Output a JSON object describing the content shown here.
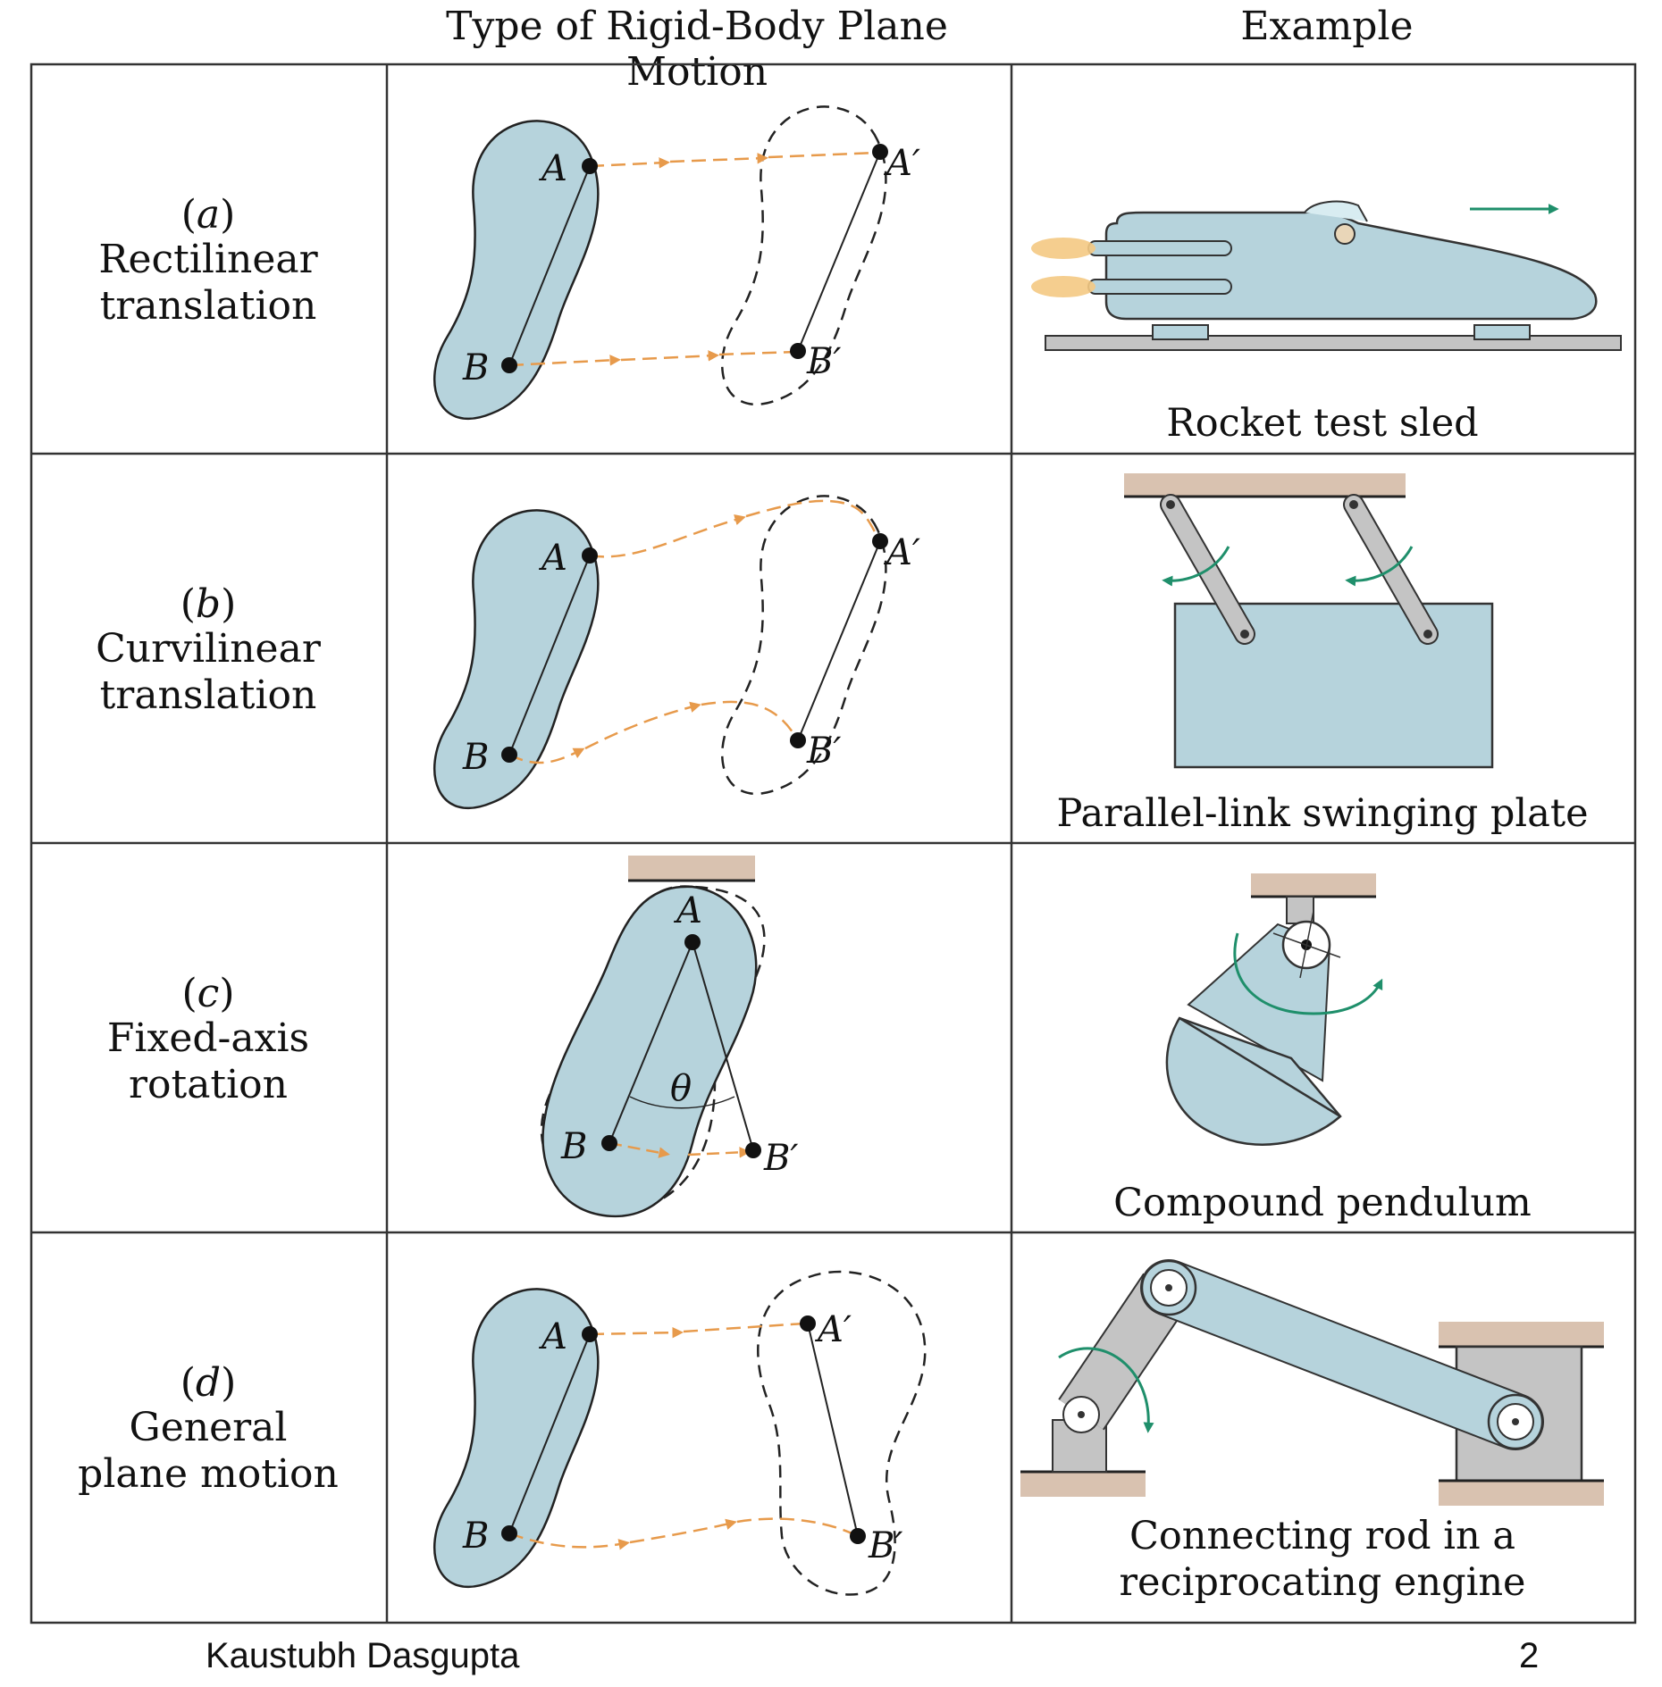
{
  "header": {
    "type_column": "Type of Rigid-Body Plane Motion",
    "example_column": "Example"
  },
  "rows": [
    {
      "id": "a",
      "letter": "a",
      "name_line1": "Rectilinear",
      "name_line2": "translation",
      "example_caption_line1": "Rocket test sled",
      "example_caption_line2": ""
    },
    {
      "id": "b",
      "letter": "b",
      "name_line1": "Curvilinear",
      "name_line2": "translation",
      "example_caption_line1": "Parallel-link swinging plate",
      "example_caption_line2": ""
    },
    {
      "id": "c",
      "letter": "c",
      "name_line1": "Fixed-axis",
      "name_line2": "rotation",
      "example_caption_line1": "Compound pendulum",
      "example_caption_line2": ""
    },
    {
      "id": "d",
      "letter": "d",
      "name_line1": "General",
      "name_line2": "plane motion",
      "example_caption_line1": "Connecting rod in a",
      "example_caption_line2": "reciprocating engine"
    }
  ],
  "point_labels": {
    "A": "A",
    "B": "B",
    "A_prime": "A′",
    "B_prime": "B′",
    "theta": "θ"
  },
  "footer": {
    "author": "Kaustubh Dasgupta",
    "page": "2"
  },
  "colors": {
    "body_fill": "#b6d3dc",
    "outline": "#222222",
    "path_arrow": "#e79a4b",
    "rotation_arrow": "#1f8f6b",
    "machine_gray": "#c4c4c4",
    "ground": "#d9c2b0"
  }
}
